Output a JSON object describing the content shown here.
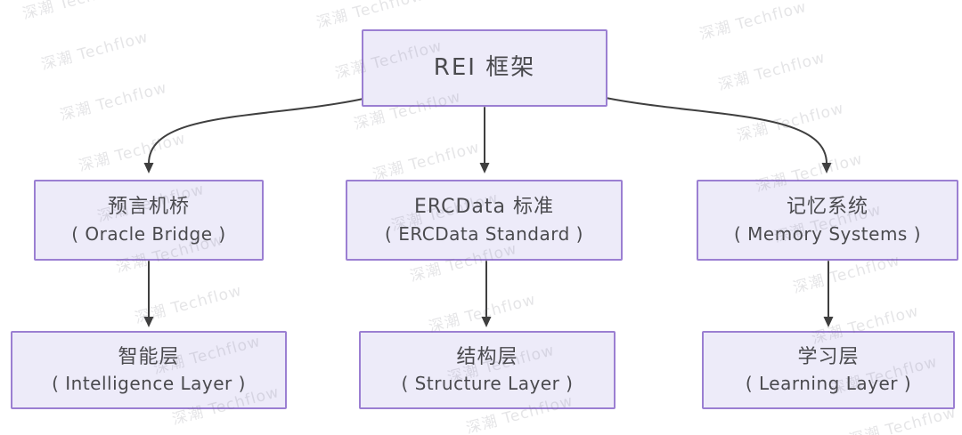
{
  "watermark": {
    "text": "深潮 Techflow"
  },
  "colors": {
    "background": "#ffffff",
    "box_fill": "#edebf9",
    "box_border": "#9b7fd2",
    "text": "#4a4a4e",
    "arrow": "#3f3f3f",
    "watermark_gray": "#c9c9cd"
  },
  "nodes": {
    "root": {
      "title": "REI 框架"
    },
    "oracle_bridge": {
      "zh": "预言机桥",
      "en": "( Oracle Bridge )"
    },
    "ercdata_standard": {
      "zh": "ERCData 标准",
      "en": "( ERCData Standard )"
    },
    "memory_systems": {
      "zh": "记忆系统",
      "en": "( Memory Systems )"
    },
    "intelligence_layer": {
      "zh": "智能层",
      "en": "( Intelligence Layer )"
    },
    "structure_layer": {
      "zh": "结构层",
      "en": "( Structure Layer )"
    },
    "learning_layer": {
      "zh": "学习层",
      "en": "( Learning Layer )"
    }
  },
  "edges": [
    {
      "from": "root",
      "to": "oracle_bridge"
    },
    {
      "from": "root",
      "to": "ercdata_standard"
    },
    {
      "from": "root",
      "to": "memory_systems"
    },
    {
      "from": "oracle_bridge",
      "to": "intelligence_layer"
    },
    {
      "from": "ercdata_standard",
      "to": "structure_layer"
    },
    {
      "from": "memory_systems",
      "to": "learning_layer"
    }
  ]
}
